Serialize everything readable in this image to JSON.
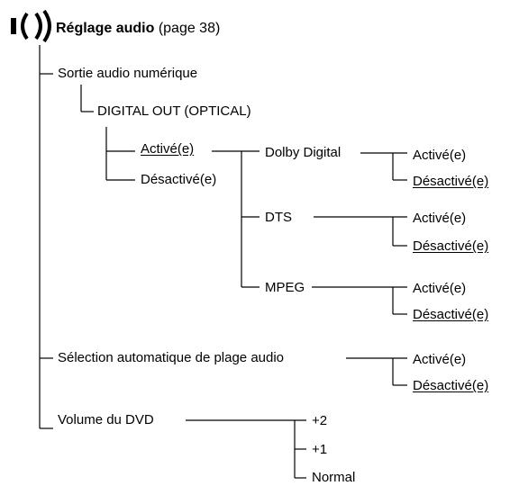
{
  "title": {
    "heading": "Réglage audio",
    "page_ref": "(page 38)",
    "icon": "speaker-icon"
  },
  "tree": {
    "digital_audio_output": "Sortie audio numérique",
    "digital_out": "DIGITAL OUT (OPTICAL)",
    "on": "Activé(e)",
    "off": "Désactivé(e)",
    "dolby_digital": "Dolby Digital",
    "dts": "DTS",
    "mpeg": "MPEG",
    "auto_track": "Sélection automatique de plage audio",
    "dvd_volume": "Volume du DVD",
    "vol_plus2": "+2",
    "vol_plus1": "+1",
    "vol_normal": "Normal"
  }
}
